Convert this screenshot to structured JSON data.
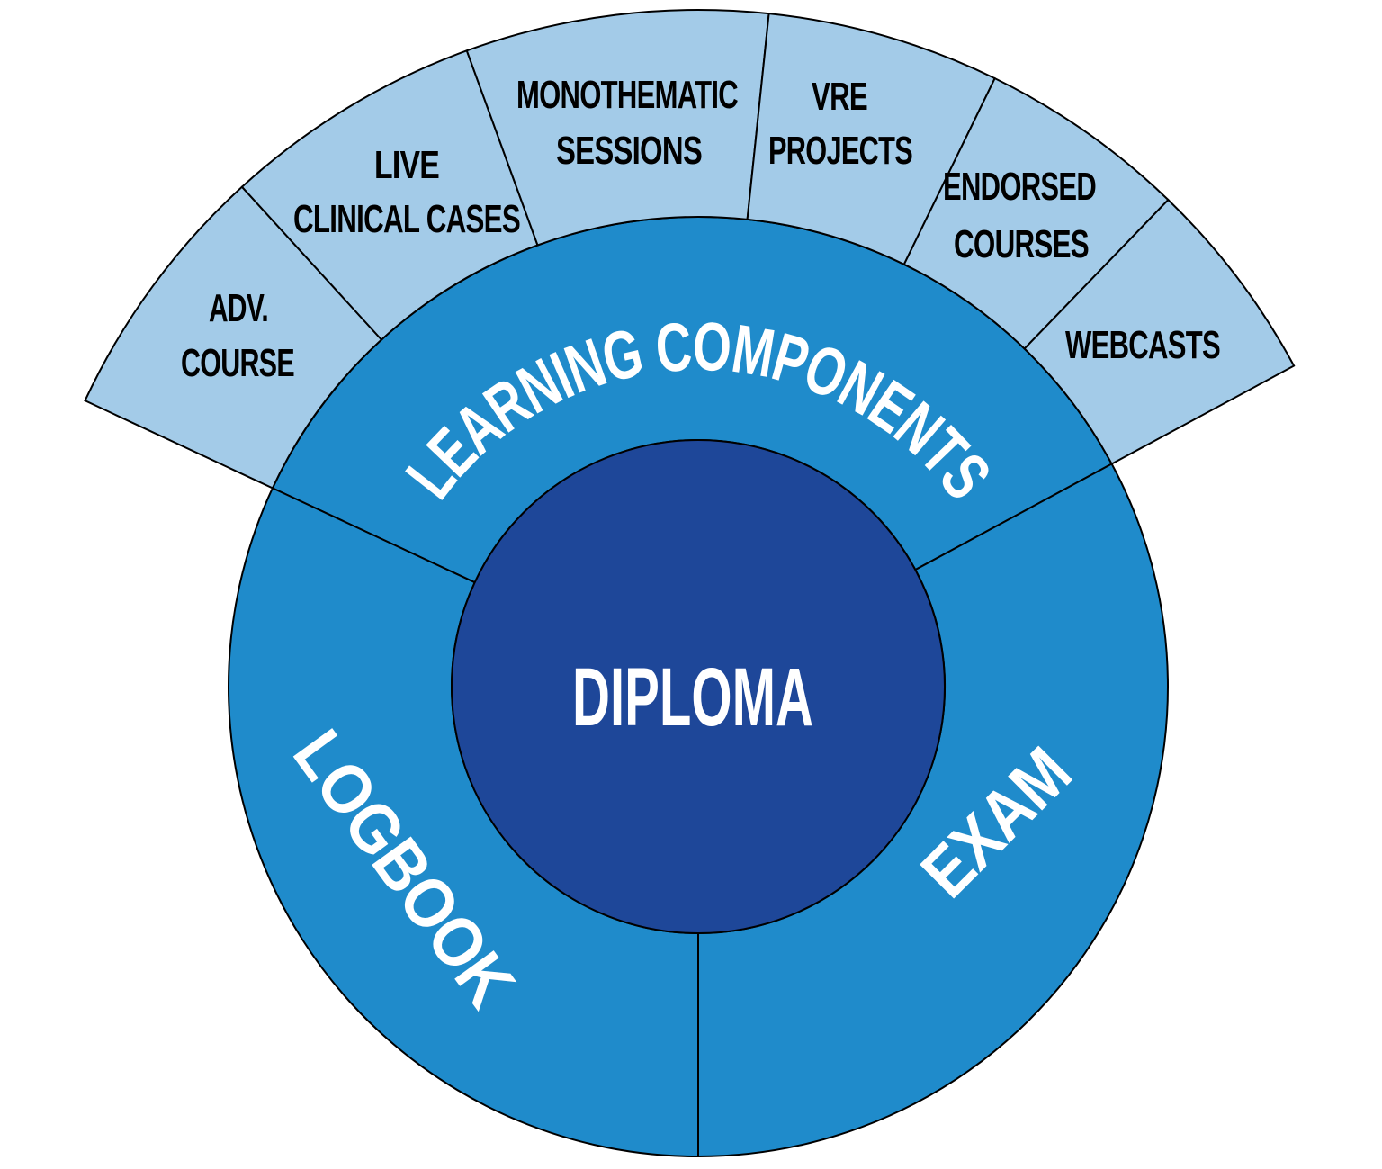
{
  "diagram": {
    "center": {
      "label": "DIPLOMA"
    },
    "middle_ring": {
      "segments": [
        {
          "id": "learning-components",
          "label": "LEARNING COMPONENTS"
        },
        {
          "id": "logbook",
          "label": "LOGBOOK"
        },
        {
          "id": "exam",
          "label": "EXAM"
        }
      ]
    },
    "outer_ring": {
      "segments": [
        {
          "id": "adv-course",
          "label": "ADV. COURSE",
          "lines": [
            "ADV.",
            "COURSE"
          ]
        },
        {
          "id": "live-clinical-cases",
          "label": "LIVE CLINICAL CASES",
          "lines": [
            "LIVE",
            "CLINICAL CASES"
          ]
        },
        {
          "id": "monothematic-sessions",
          "label": "MONOTHEMATIC SESSIONS",
          "lines": [
            "MONOTHEMATIC",
            "SESSIONS"
          ]
        },
        {
          "id": "vre-projects",
          "label": "VRE PROJECTS",
          "lines": [
            "VRE",
            "PROJECTS"
          ]
        },
        {
          "id": "endorsed-courses",
          "label": "ENDORSED COURSES",
          "lines": [
            "ENDORSED",
            "COURSES"
          ]
        },
        {
          "id": "webcasts",
          "label": "WEBCASTS",
          "lines": [
            "WEBCASTS"
          ]
        }
      ]
    },
    "colors": {
      "center": "#1e4799",
      "middle_ring": "#1f8bcb",
      "outer_ring": "#a3cbe8",
      "outline": "#000000",
      "text_on_dark": "#ffffff",
      "text_on_light": "#000000"
    }
  }
}
